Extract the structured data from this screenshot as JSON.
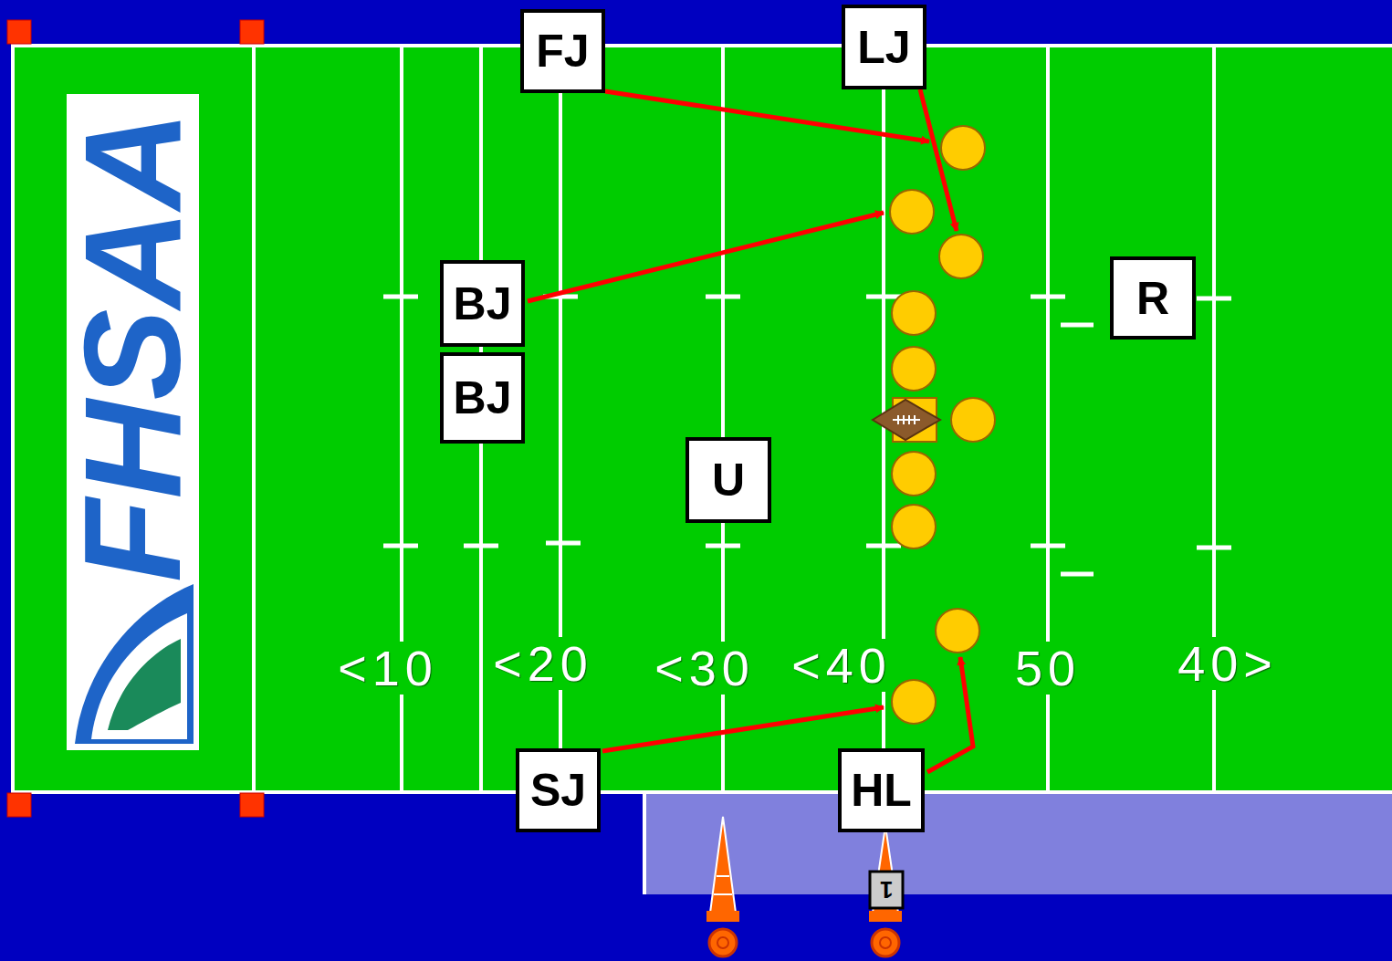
{
  "diagram": {
    "nodes": [
      {
        "text": [
          "FJ"
        ]
      },
      {
        "text": [
          "LJ"
        ]
      },
      {
        "text": [
          "BJ"
        ]
      },
      {
        "text": [
          "R"
        ]
      },
      {
        "text": [
          "BJ"
        ]
      },
      {
        "text": [
          "U"
        ]
      },
      {
        "text": [
          "SJ"
        ]
      },
      {
        "text": [
          "HL"
        ]
      }
    ],
    "labels": [
      "FHSAA",
      "<10",
      "<20",
      "<30",
      "<40",
      "50",
      "40>",
      "1"
    ]
  }
}
